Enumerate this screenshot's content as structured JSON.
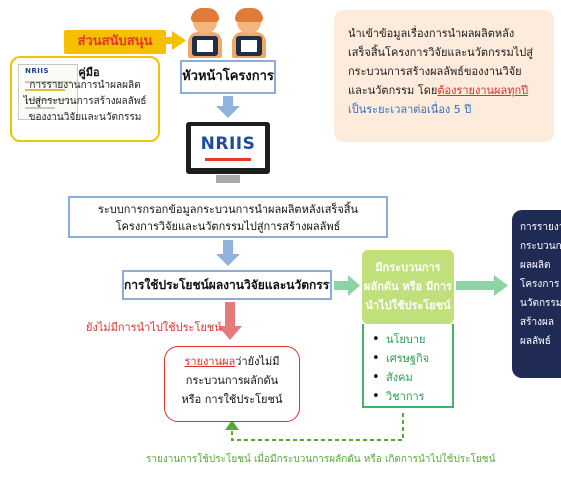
{
  "manual": {
    "support_tag": "ส่วนสนับสนุน",
    "label": "คู่มือ",
    "lines": [
      "การรายงานการนำผลผลิต",
      "ไปสู่กระบวนการสร้างผลลัพธ์",
      "ของงานวิจัยและนวัตกรรม"
    ],
    "doc_logo": "NRIIS"
  },
  "leader": {
    "label": "หัวหน้าโครงการ"
  },
  "note": {
    "line1": "นำเข้าข้อมูลเรื่องการนำผลผลิตหลัง",
    "line2": "เสร็จสิ้นโครงการวิจัยและนวัตกรรมไปสู่",
    "line3": "กระบวนการสร้างผลลัพธ์ของงานวิจัย",
    "line4_prefix": "และนวัตกรรม โดย",
    "line4_red": "ต้องรายงานผลทุกปี",
    "line5_blue": "เป็นระยะเวลาต่อเนื่อง 5 ปี"
  },
  "nriis": {
    "logo": "NRIIS"
  },
  "system": {
    "line1": "ระบบการกรอกข้อมูลกระบวนการนำผลผลิตหลังเสร็จสิ้น",
    "line2": "โครงการวิจัยและนวัตกรรมไปสู่การสร้างผลลัพธ์"
  },
  "utilization": {
    "label": "การใช้ประโยชน์ผลงานวิจัยและนวัตกรรม"
  },
  "process": {
    "lines": [
      "มีกระบวนการ",
      "ผลักดัน หรือ มีการ",
      "นำไปใช้ประโยชน์"
    ],
    "uses": [
      "นโยบาย",
      "เศรษฐกิจ",
      "สังคม",
      "วิชาการ"
    ]
  },
  "navy": {
    "lines": [
      "การรายงาน",
      "กระบวนการ",
      "ผลผลิต",
      "โครงการ",
      "นวัตกรรม",
      "สร้างผล",
      "ผลลัพธ์"
    ]
  },
  "no_use": {
    "text": "ยังไม่มีการนำไปใช้ประโยชน์"
  },
  "report": {
    "line1_red": "รายงานผล",
    "line1_rest": "ว่ายังไม่มี",
    "line2": "กระบวนการผลักดัน",
    "line3": "หรือ การใช้ประโยชน์"
  },
  "bottom": {
    "text": "รายงานการใช้ประโยชน์ เมื่อมีกระบวนการผลักดัน หรือ เกิดการนำไปใช้ประโยชน์"
  },
  "colors": {
    "arrow_yellow": "#f5c000",
    "arrow_blue": "#8fb3dd",
    "arrow_green": "#8dd3a3",
    "arrow_red": "#e57a7a",
    "dashed_green": "#5aa832"
  }
}
